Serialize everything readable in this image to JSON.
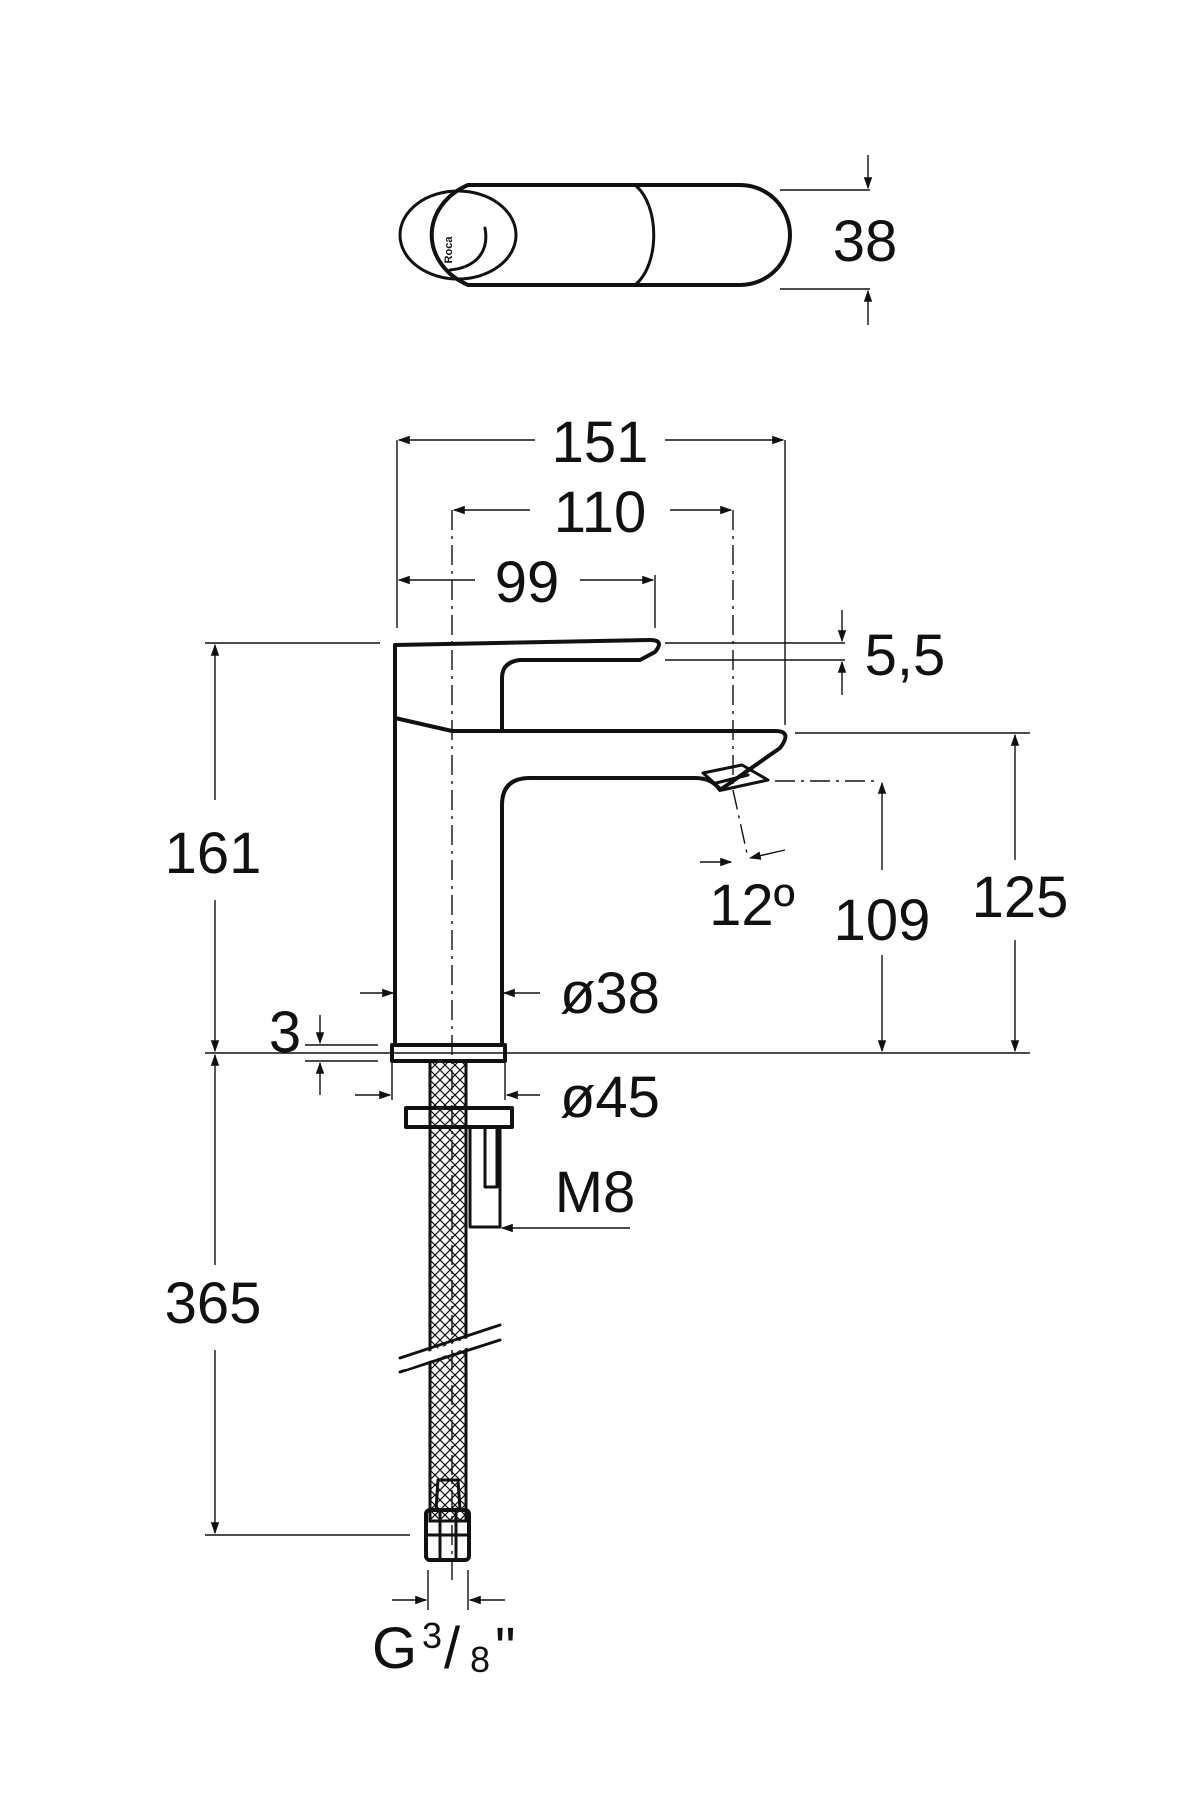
{
  "logo_text": "Roca",
  "dimensions": {
    "width_handle": "38",
    "overall_length": "151",
    "spout_reach": "110",
    "handle_length": "99",
    "handle_gap": "5,5",
    "total_height": "161",
    "spout_top_height": "125",
    "outlet_height": "109",
    "outlet_angle": "12º",
    "body_diameter": "ø38",
    "base_diameter": "ø45",
    "base_thickness": "3",
    "fixing_rod": "M8",
    "hose_length": "365",
    "connection_thread_main": "G",
    "connection_thread_num": "3",
    "connection_thread_den": "8",
    "connection_thread_unit": "\""
  }
}
